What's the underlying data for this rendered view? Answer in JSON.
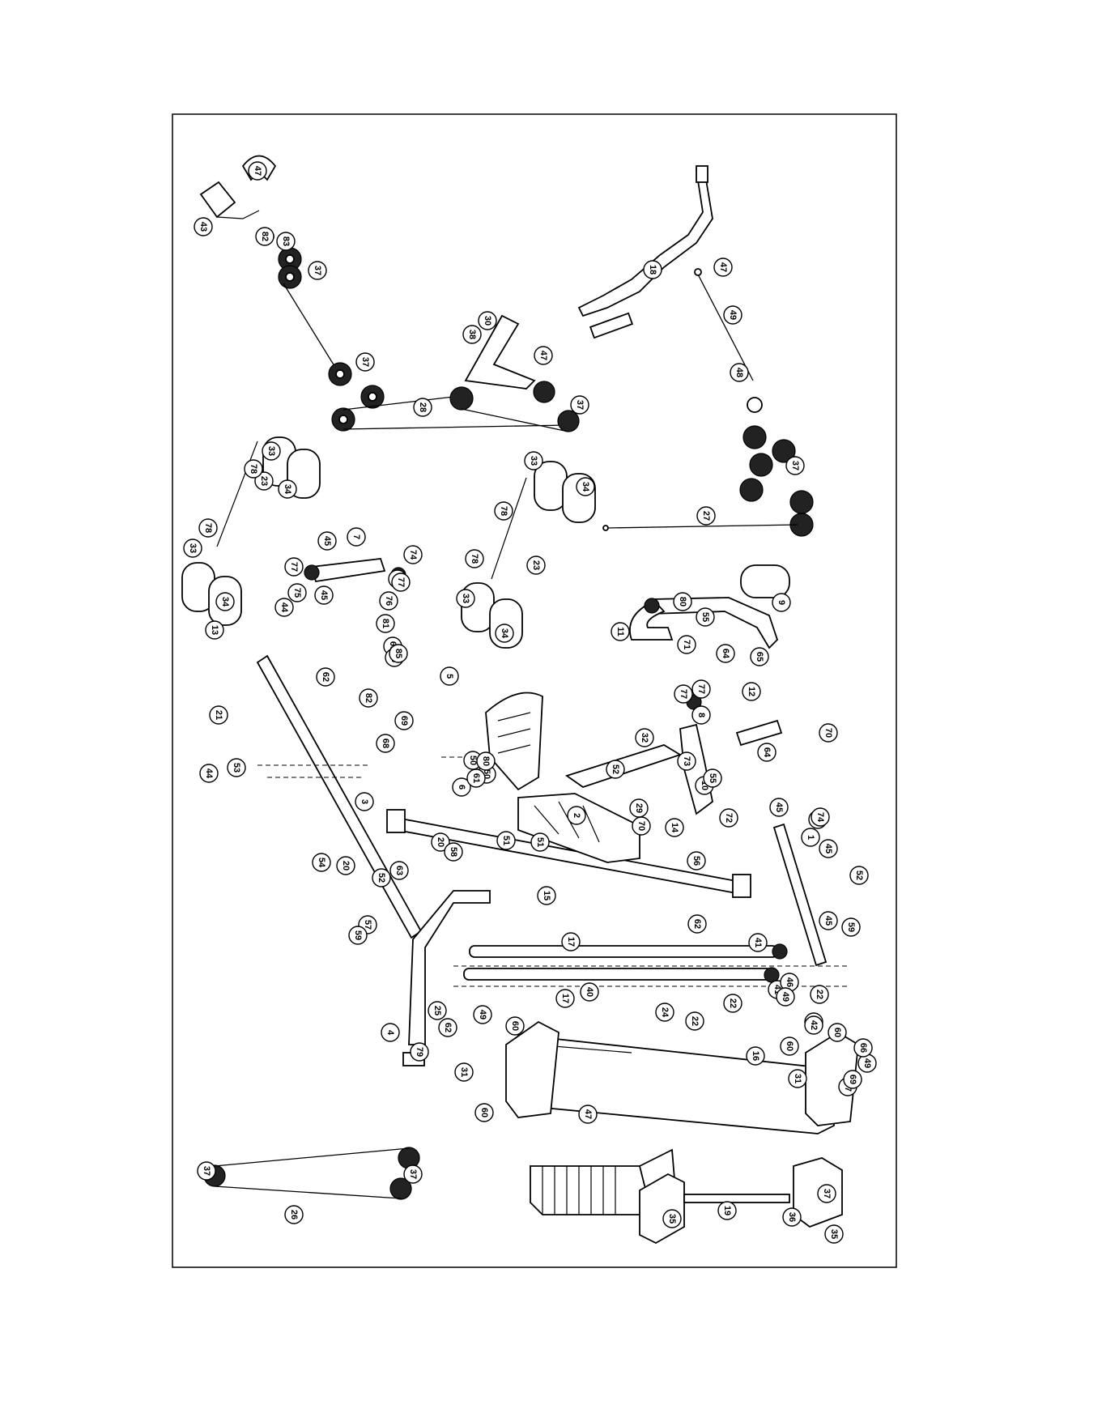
{
  "diagram": {
    "type": "exploded-parts-view",
    "callouts": [
      "1",
      "2",
      "3",
      "4",
      "5",
      "6",
      "7",
      "8",
      "9",
      "10",
      "11",
      "12",
      "13",
      "14",
      "15",
      "16",
      "17",
      "17",
      "18",
      "19",
      "20",
      "20",
      "21",
      "22",
      "22",
      "22",
      "23",
      "23",
      "24",
      "24",
      "25",
      "26",
      "27",
      "28",
      "29",
      "30",
      "31",
      "31",
      "32",
      "33",
      "33",
      "33",
      "33",
      "34",
      "34",
      "34",
      "34",
      "35",
      "35",
      "36",
      "37",
      "37",
      "37",
      "37",
      "37",
      "37",
      "37",
      "38",
      "40",
      "41",
      "41",
      "42",
      "43",
      "44",
      "44",
      "45",
      "45",
      "45",
      "45",
      "45",
      "46",
      "47",
      "47",
      "47",
      "47",
      "48",
      "49",
      "49",
      "49",
      "49",
      "50",
      "50",
      "51",
      "51",
      "52",
      "52",
      "52",
      "53",
      "54",
      "55",
      "55",
      "56",
      "57",
      "58",
      "59",
      "59",
      "60",
      "60",
      "60",
      "60",
      "61",
      "62",
      "62",
      "62",
      "63",
      "64",
      "64",
      "65",
      "66",
      "67",
      "68",
      "68",
      "69",
      "69",
      "70",
      "70",
      "71",
      "72",
      "73",
      "73",
      "74",
      "74",
      "75",
      "75",
      "76",
      "77",
      "77",
      "77",
      "77",
      "78",
      "78",
      "78",
      "78",
      "79",
      "80",
      "80",
      "81",
      "82",
      "82",
      "83",
      "84",
      "85"
    ]
  }
}
